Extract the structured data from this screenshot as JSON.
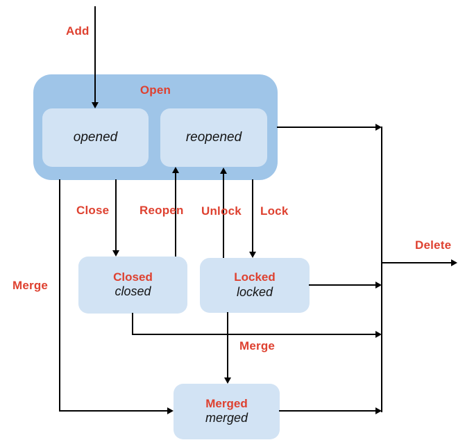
{
  "diagram": {
    "type": "state-transition-diagram",
    "colors": {
      "container_fill": "#9fc5e8",
      "state_fill": "#d2e3f4",
      "label_red": "#de4130",
      "line": "#000000",
      "background": "#ffffff"
    },
    "nodes": {
      "open": {
        "title": "Open"
      },
      "opened": {
        "state": "opened"
      },
      "reopened": {
        "state": "reopened"
      },
      "closed": {
        "title": "Closed",
        "state": "closed"
      },
      "locked": {
        "title": "Locked",
        "state": "locked"
      },
      "merged": {
        "title": "Merged",
        "state": "merged"
      }
    },
    "edges": {
      "add": {
        "label": "Add",
        "from": "start",
        "to": "opened"
      },
      "close": {
        "label": "Close",
        "from": "open",
        "to": "closed"
      },
      "reopen": {
        "label": "Reopen",
        "from": "closed",
        "to": "reopened"
      },
      "unlock": {
        "label": "Unlock",
        "from": "locked",
        "to": "reopened"
      },
      "lock": {
        "label": "Lock",
        "from": "open",
        "to": "locked"
      },
      "merge_left": {
        "label": "Merge",
        "from": "open",
        "to": "merged"
      },
      "merge_mid": {
        "label": "Merge",
        "from": "locked",
        "to": "merged"
      },
      "delete": {
        "label": "Delete",
        "from": "open-closed-locked-merged",
        "to": "deleted"
      }
    }
  }
}
